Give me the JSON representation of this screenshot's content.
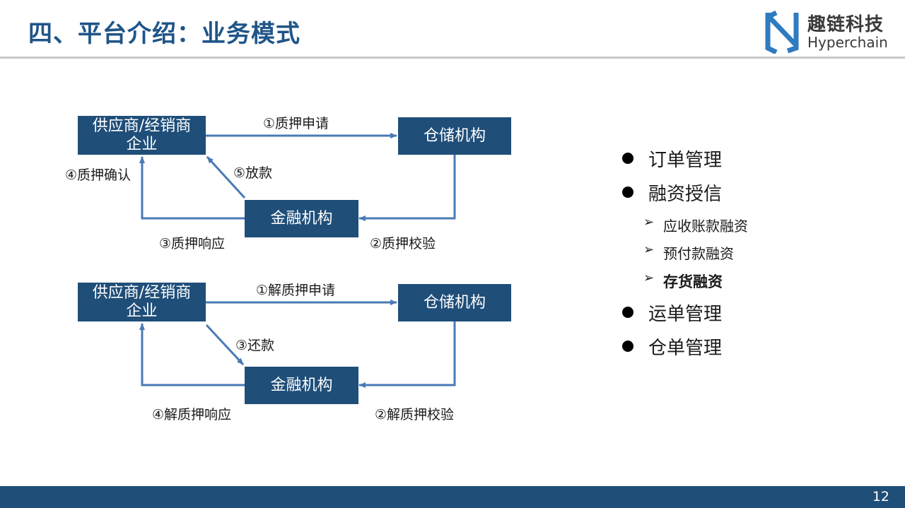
{
  "header": {
    "title": "四、平台介绍：业务模式"
  },
  "logo": {
    "name_cn": "趣链科技",
    "name_en": "Hyperchain",
    "icon": "hyperchain-logo-icon",
    "color": "#2e7bbf"
  },
  "colors": {
    "node_fill": "#1f4e79",
    "arrow": "#4a7ab5",
    "title": "#1f5588",
    "footer": "#1f4e79"
  },
  "diagram_top": {
    "nodes": {
      "supplier": [
        "供应商/经销商",
        "企业"
      ],
      "warehouse": "仓储机构",
      "finance": "金融机构"
    },
    "edges": [
      "①质押申请",
      "②质押校验",
      "③质押响应",
      "④质押确认",
      "⑤放款"
    ]
  },
  "diagram_bottom": {
    "nodes": {
      "supplier": [
        "供应商/经销商",
        "企业"
      ],
      "warehouse": "仓储机构",
      "finance": "金融机构"
    },
    "edges": [
      "①解质押申请",
      "②解质押校验",
      "③还款",
      "④解质押响应"
    ]
  },
  "bullets": [
    {
      "level": 1,
      "text": "订单管理"
    },
    {
      "level": 1,
      "text": "融资授信"
    },
    {
      "level": 2,
      "text": "应收账款融资"
    },
    {
      "level": 2,
      "text": "预付款融资"
    },
    {
      "level": 2,
      "text": "存货融资",
      "bold": true
    },
    {
      "level": 1,
      "text": "运单管理"
    },
    {
      "level": 1,
      "text": "仓单管理"
    }
  ],
  "footer": {
    "page_number": "12"
  }
}
